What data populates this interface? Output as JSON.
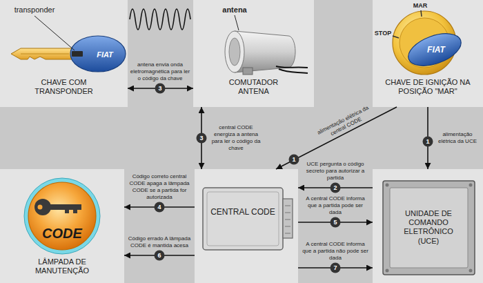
{
  "diagram": {
    "nodes": [
      {
        "text": [
          "CHAVE COM TRANSPONDER"
        ]
      },
      {
        "text": [
          "COMUTADOR ANTENA"
        ]
      },
      {
        "text": [
          "CHAVE DE IGNIÇÃO NA POSIÇÃO \"MAR\""
        ]
      },
      {
        "text": [
          "LÂMPADA DE MANUTENÇÃO"
        ]
      },
      {
        "text": [
          "CENTRAL CODE"
        ]
      },
      {
        "text": [
          "UNIDADE DE COMANDO ELETRÔNICO (UCE)"
        ]
      }
    ],
    "edges": [
      {
        "from": 1,
        "to": 0,
        "arrow": "both",
        "label": "antena envia onda eletromagnética para ler o código da chave"
      },
      {
        "from": 4,
        "to": 1,
        "arrow": "both",
        "label": "central CODE energiza a antena para ler o código da chave"
      },
      {
        "from": 2,
        "to": 4,
        "arrow": "to",
        "label": "alimentação elétrica da central CODE"
      },
      {
        "from": 2,
        "to": 5,
        "arrow": "to",
        "label": "alimentação elétrica da UCE"
      },
      {
        "from": 5,
        "to": 4,
        "arrow": "to",
        "label": "UCE pergunta o código secreto para autorizar a partida"
      },
      {
        "from": 4,
        "to": 3,
        "arrow": "to",
        "label": "Código correto central CODE apaga a lâmpada CODE se a partida for autorizada"
      },
      {
        "from": 4,
        "to": 5,
        "arrow": "to",
        "label": "A central CODE informa que a partida pode ser dada"
      },
      {
        "from": 4,
        "to": 3,
        "arrow": "to",
        "label": "Código errado A lâmpada CODE é mantida acesa"
      },
      {
        "from": 4,
        "to": 5,
        "arrow": "to",
        "label": "A central CODE informa que a partida não pode ser dada"
      }
    ],
    "labels": [
      "transponder",
      "FIAT",
      "antena",
      "STOP",
      "MAR",
      "FIAT",
      "CODE",
      "3",
      "3",
      "1",
      "1",
      "2",
      "4",
      "5",
      "6",
      "7"
    ]
  }
}
